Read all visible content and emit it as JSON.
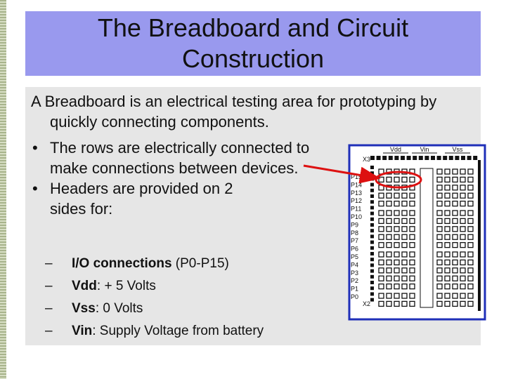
{
  "slide": {
    "title": "The Breadboard and Circuit Construction",
    "intro": "A Breadboard is an electrical testing area for prototyping by quickly connecting components.",
    "bullets": [
      {
        "marker": "•",
        "text": "The rows are electrically connected to make connections between devices."
      },
      {
        "marker": "•",
        "text": "Headers are provided on 2 sides for:"
      }
    ],
    "subitems": [
      {
        "marker": "–",
        "bold": "I/O connections",
        "rest": " (P0-P15)"
      },
      {
        "marker": "–",
        "bold": "Vdd",
        "rest": ": + 5 Volts"
      },
      {
        "marker": "–",
        "bold": "Vss",
        "rest": ":  0 Volts"
      },
      {
        "marker": "–",
        "bold": "Vin",
        "rest": ": Supply Voltage from battery"
      }
    ]
  },
  "breadboard": {
    "top_labels": [
      "Vdd",
      "Vin",
      "Vss"
    ],
    "x3_label": "X3",
    "x2_label": "X2",
    "pin_labels": [
      "P15",
      "P14",
      "P13",
      "P12",
      "P11",
      "P10",
      "P9",
      "P8",
      "P7",
      "P6",
      "P5",
      "P4",
      "P3",
      "P2",
      "P1",
      "P0"
    ]
  },
  "colors": {
    "title_bg": "#9999ee",
    "content_bg": "#e6e6e6",
    "board_border": "#1f2fb8",
    "highlight": "#dd1111"
  }
}
